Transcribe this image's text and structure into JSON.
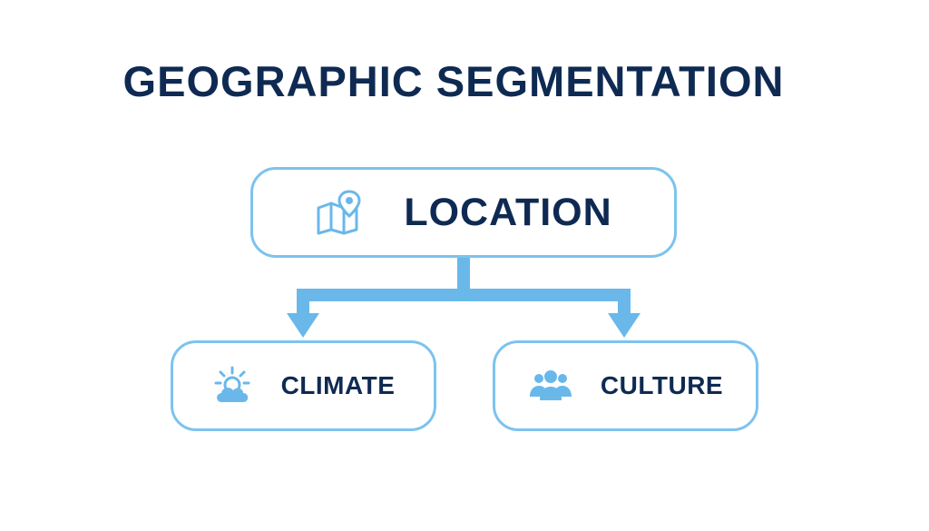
{
  "title": "GEOGRAPHIC SEGMENTATION",
  "root": {
    "label": "LOCATION",
    "icon": "map-pin-icon"
  },
  "children": [
    {
      "label": "CLIMATE",
      "icon": "sun-cloud-icon"
    },
    {
      "label": "CULTURE",
      "icon": "people-group-icon"
    }
  ],
  "colors": {
    "accent": "#7cc3ee",
    "arrow": "#6ab8ea",
    "text": "#0f2a52"
  }
}
